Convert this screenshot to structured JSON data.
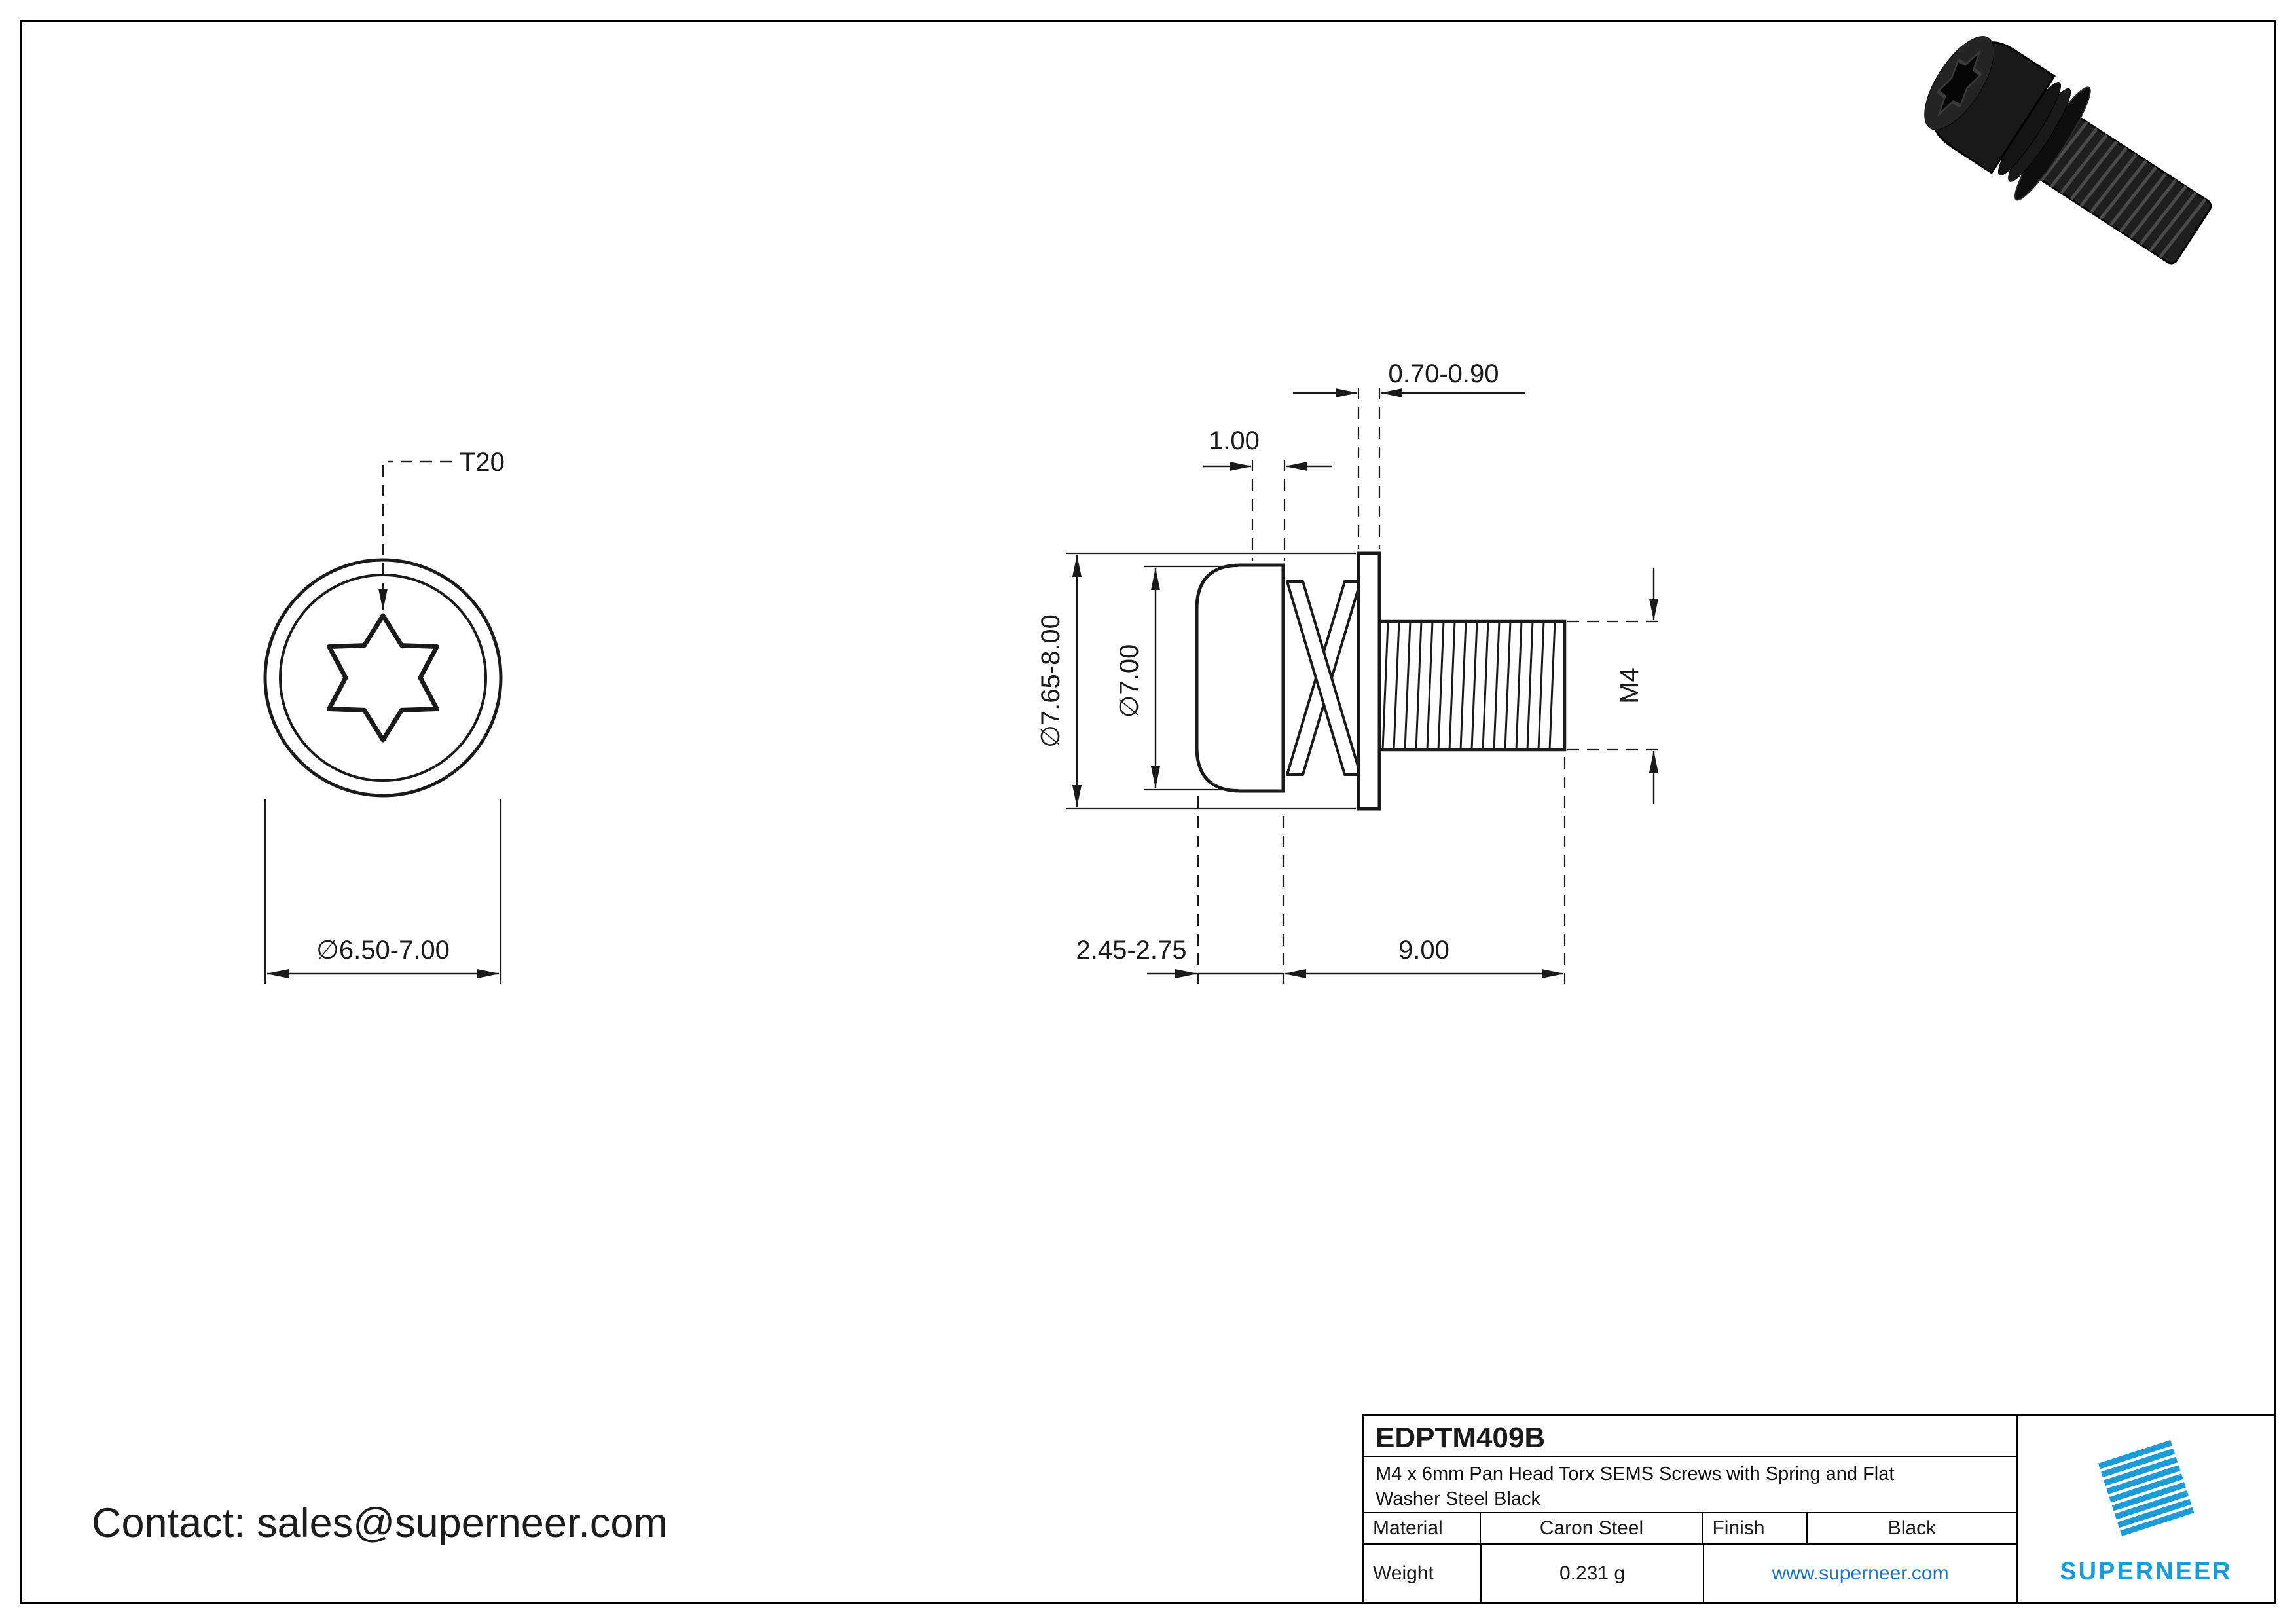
{
  "drawing": {
    "front": {
      "torx": "T20",
      "diameter": "∅6.50-7.00"
    },
    "side": {
      "spring_width": "1.00",
      "washer_thickness": "0.70-0.90",
      "washer_od": "∅7.65-8.00",
      "head_od": "∅7.00",
      "thread": "M4",
      "head_height": "2.45-2.75",
      "length": "9.00"
    }
  },
  "contact": {
    "text": "Contact: sales@superneer.com"
  },
  "title_block": {
    "part_number": "EDPTM409B",
    "description": "M4 x 6mm Pan Head Torx SEMS Screws with Spring and Flat Washer Steel Black",
    "material_label": "Material",
    "material_value": "Caron Steel",
    "finish_label": "Finish",
    "finish_value": "Black",
    "weight_label": "Weight",
    "weight_value": "0.231 g",
    "website": "www.superneer.com",
    "brand": "SUPERNEER",
    "brand_color": "#1B9CD8",
    "link_color": "#1B75BC"
  }
}
